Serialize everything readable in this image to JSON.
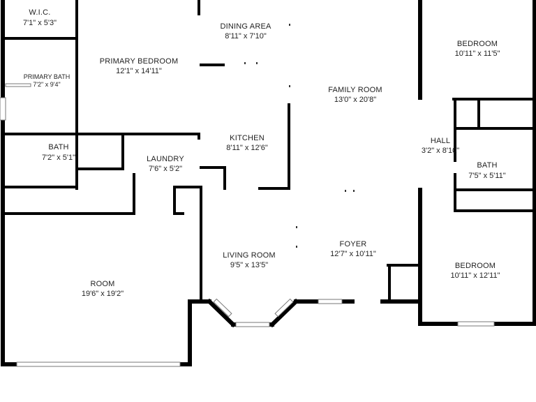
{
  "rooms": {
    "wic": {
      "name": "W.I.C.",
      "dims": "7'1\" x 5'3\""
    },
    "primary_bedroom": {
      "name": "PRIMARY BEDROOM",
      "dims": "12'1\" x 14'11\""
    },
    "primary_bath": {
      "name": "PRIMARY BATH",
      "dims": "7'2\" x 9'4\""
    },
    "dining_area": {
      "name": "DINING AREA",
      "dims": "8'11\" x 7'10\""
    },
    "family_room": {
      "name": "FAMILY ROOM",
      "dims": "13'0\" x 20'8\""
    },
    "bedroom_1": {
      "name": "BEDROOM",
      "dims": "10'11\" x 11'5\""
    },
    "kitchen": {
      "name": "KITCHEN",
      "dims": "8'11\" x 12'6\""
    },
    "hall": {
      "name": "HALL",
      "dims": "3'2\" x 8'10\""
    },
    "bath_1": {
      "name": "BATH",
      "dims": "7'2\" x 5'1\""
    },
    "laundry": {
      "name": "LAUNDRY",
      "dims": "7'6\" x 5'2\""
    },
    "bath_2": {
      "name": "BATH",
      "dims": "7'5\" x 5'11\""
    },
    "foyer": {
      "name": "FOYER",
      "dims": "12'7\" x 10'11\""
    },
    "living_room": {
      "name": "LIVING ROOM",
      "dims": "9'5\" x 13'5\""
    },
    "bedroom_2": {
      "name": "BEDROOM",
      "dims": "10'11\" x 12'11\""
    },
    "room": {
      "name": "ROOM",
      "dims": "19'6\" x 19'2\""
    }
  }
}
